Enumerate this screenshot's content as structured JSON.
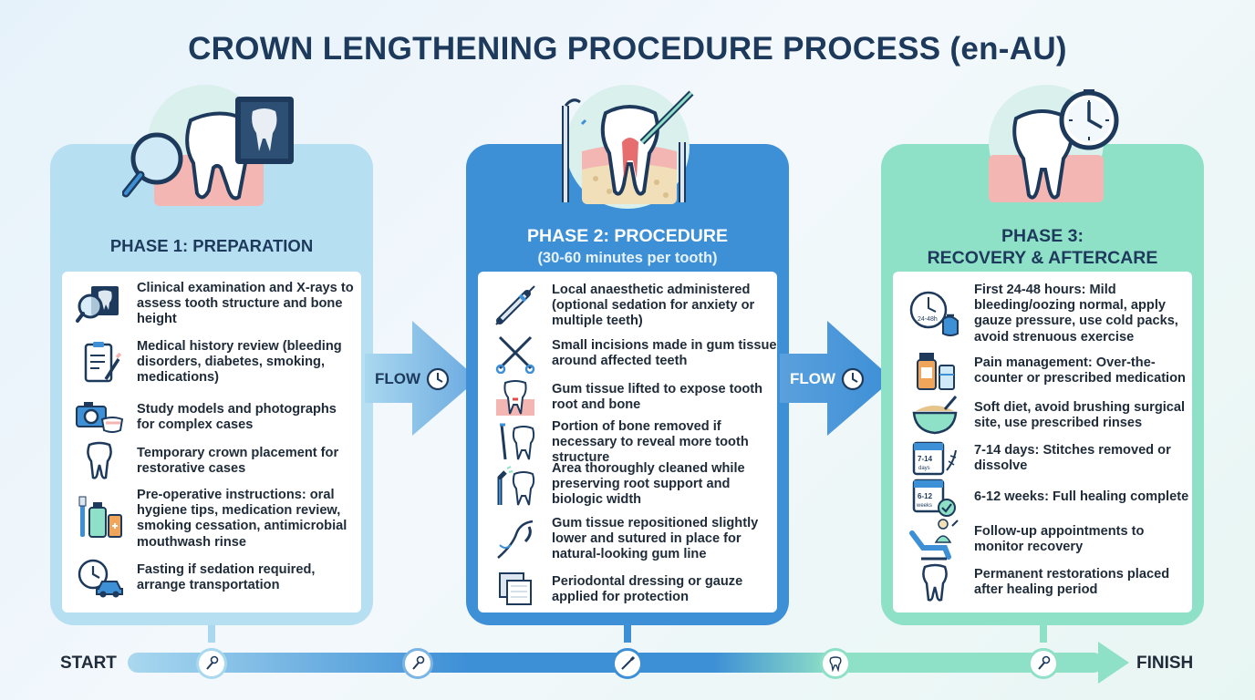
{
  "title": "CROWN LENGTHENING PROCEDURE PROCESS (en-AU)",
  "colors": {
    "phase1": "#a9d8ef",
    "phase2": "#3d8fd6",
    "phase3": "#8ee0c6",
    "dark": "#1d3a5c"
  },
  "phase1": {
    "heading": "PHASE 1: PREPARATION",
    "steps": [
      {
        "icon": "magnifier-xray-icon",
        "text": "Clinical examination and X-rays to assess tooth structure and bone height"
      },
      {
        "icon": "clipboard-icon",
        "text": "Medical history review (bleeding disorders, diabetes, smoking, medications)"
      },
      {
        "icon": "camera-icon",
        "text": "Study models and photographs for complex cases"
      },
      {
        "icon": "tooth-icon",
        "text": "Temporary crown placement for restorative cases"
      },
      {
        "icon": "hygiene-kit-icon",
        "text": "Pre-operative instructions: oral hygiene tips, medication review, smoking cessation, antimicrobial mouthwash rinse"
      },
      {
        "icon": "clock-car-icon",
        "text": "Fasting if sedation required, arrange transportation"
      }
    ]
  },
  "phase2": {
    "heading": "PHASE 2: PROCEDURE",
    "subheading": "(30-60 minutes per tooth)",
    "steps": [
      {
        "icon": "syringe-icon",
        "text": "Local anaesthetic administered (optional sedation for anxiety or multiple teeth)"
      },
      {
        "icon": "scalpel-scissors-icon",
        "text": "Small incisions made in gum tissue around affected teeth"
      },
      {
        "icon": "gum-lift-icon",
        "text": "Gum tissue lifted to expose tooth root and bone"
      },
      {
        "icon": "bone-removal-icon",
        "text": "Portion of bone removed if necessary to reveal more tooth structure"
      },
      {
        "icon": "irrigation-icon",
        "text": "Area thoroughly cleaned while preserving root support and biologic width"
      },
      {
        "icon": "suture-icon",
        "text": "Gum tissue repositioned slightly lower and sutured in place for natural-looking gum line"
      },
      {
        "icon": "gauze-icon",
        "text": "Periodontal dressing or gauze applied for protection"
      }
    ]
  },
  "phase3": {
    "heading_line1": "PHASE 3:",
    "heading_line2": "RECOVERY & AFTERCARE",
    "steps": [
      {
        "icon": "clock-icepack-icon",
        "text": "First 24-48 hours: Mild bleeding/oozing normal, apply gauze pressure, use cold packs, avoid strenuous exercise"
      },
      {
        "icon": "medication-icon",
        "text": "Pain management: Over-the-counter or prescribed medication"
      },
      {
        "icon": "soft-food-bowl-icon",
        "text": "Soft diet, avoid brushing surgical site, use prescribed rinses"
      },
      {
        "icon": "calendar-stitches-icon",
        "text": "7-14 days: Stitches removed or dissolve"
      },
      {
        "icon": "calendar-check-icon",
        "text": "6-12 weeks: Full healing complete"
      },
      {
        "icon": "dentist-chair-icon",
        "text": "Follow-up appointments to monitor recovery"
      },
      {
        "icon": "tooth-crown-icon",
        "text": "Permanent restorations placed after healing period"
      }
    ]
  },
  "flow_label": "FLOW",
  "cal1": {
    "a": "7-14",
    "b": "days"
  },
  "cal2": {
    "a": "6-12",
    "b": "weeks"
  },
  "clock_text": "24-48h",
  "timeline": {
    "start": "START",
    "finish": "FINISH"
  }
}
